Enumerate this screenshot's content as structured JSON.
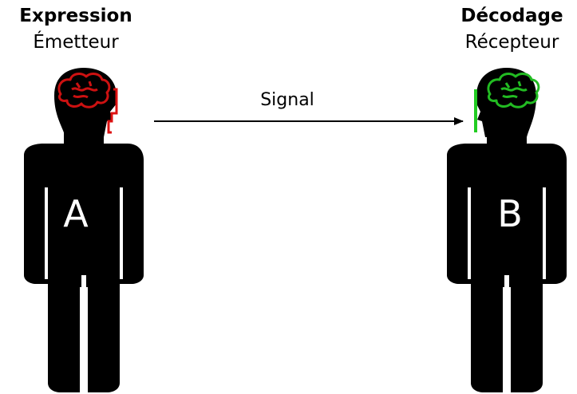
{
  "sender": {
    "title": "Expression",
    "subtitle": "Émetteur",
    "letter": "A",
    "brain_color": "#cc1111"
  },
  "receiver": {
    "title": "Décodage",
    "subtitle": "Récepteur",
    "letter": "B",
    "brain_color": "#22bb22"
  },
  "signal": {
    "label": "Signal"
  }
}
